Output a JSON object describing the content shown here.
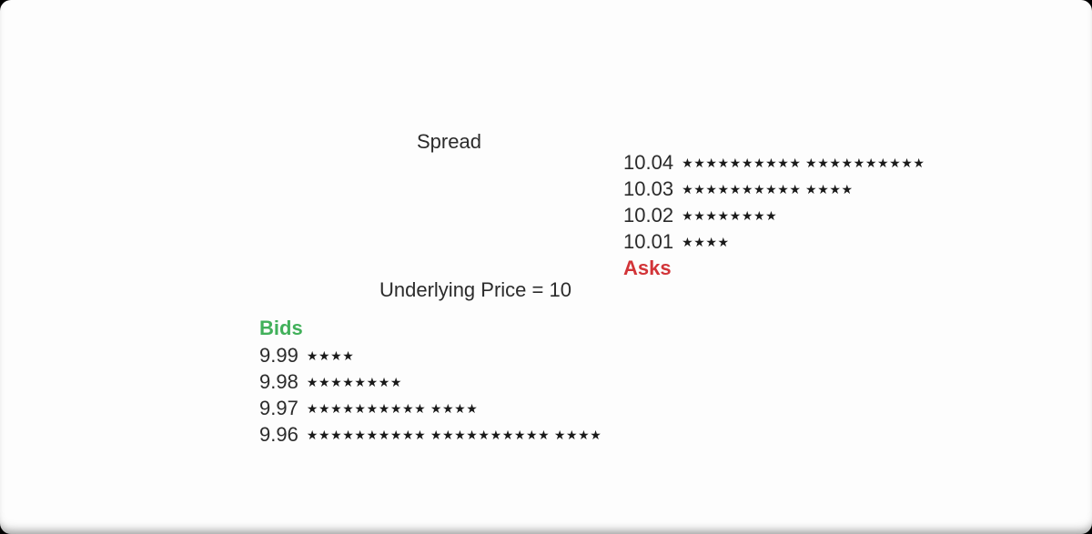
{
  "colors": {
    "outer_background": "#000000",
    "frame_background": "#fdfdfd",
    "text": "#2b2b2b",
    "stars": "#1a1a1a",
    "asks_accent": "#d23438",
    "bids_accent": "#41b05a"
  },
  "chart_data": {
    "type": "bar",
    "subtype": "star-pictograph-order-book",
    "orientation": "horizontal",
    "unit_glyph": "★",
    "group_size": 10,
    "title": "Spread",
    "annotation": "Underlying Price = 10",
    "underlying_price": 10,
    "legend_position": "inline",
    "series": [
      {
        "name": "Asks",
        "color": "#d23438",
        "levels": [
          {
            "price": "10.04",
            "quantity": 20
          },
          {
            "price": "10.03",
            "quantity": 14
          },
          {
            "price": "10.02",
            "quantity": 8
          },
          {
            "price": "10.01",
            "quantity": 4
          }
        ]
      },
      {
        "name": "Bids",
        "color": "#41b05a",
        "levels": [
          {
            "price": "9.99",
            "quantity": 4
          },
          {
            "price": "9.98",
            "quantity": 8
          },
          {
            "price": "9.97",
            "quantity": 14
          },
          {
            "price": "9.96",
            "quantity": 24
          }
        ]
      }
    ]
  }
}
